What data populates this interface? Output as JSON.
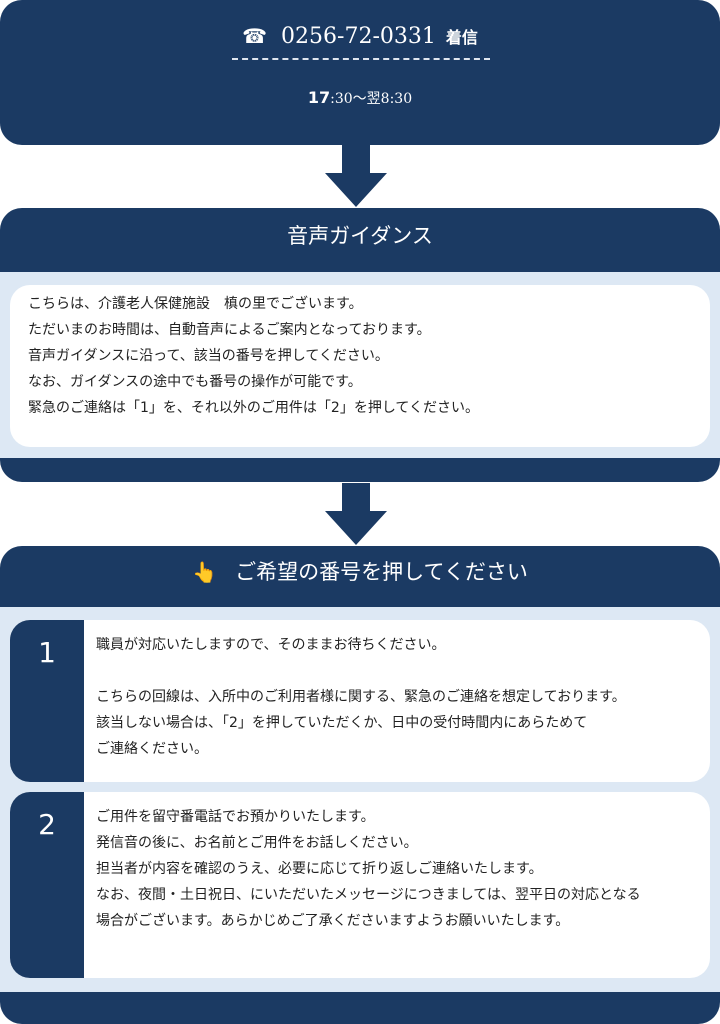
{
  "header": {
    "phone_icon": "telephone-icon",
    "phone_glyph": "☎",
    "phone_number": "0256-72-0331",
    "incoming_label": "着信",
    "hours_start_bold": "17",
    "hours_rest": ":30～翌8:30"
  },
  "guidance": {
    "title": "音声ガイダンス",
    "lines": [
      "こちらは、介護老人保健施設　槙の里でございます。",
      "ただいまのお時間は、自動音声によるご案内となっております。",
      "音声ガイダンスに沿って、該当の番号を押してください。",
      "なお、ガイダンスの途中でも番号の操作が可能です。",
      "緊急のご連絡は「1」を、それ以外のご用件は「2」を押してください。"
    ]
  },
  "options": {
    "title": "ご希望の番号を押してください",
    "icon": "pointing-hand-icon",
    "icon_glyph": "👆",
    "items": [
      {
        "number": "1",
        "lines": [
          "職員が対応いたしますので、そのままお待ちください。",
          "",
          "こちらの回線は、入所中のご利用者様に関する、緊急のご連絡を想定しております。",
          "該当しない場合は、「2」を押していただくか、日中の受付時間内にあらためて",
          "ご連絡ください。"
        ]
      },
      {
        "number": "2",
        "lines": [
          "ご用件を留守番電話でお預かりいたします。",
          "発信音の後に、お名前とご用件をお話しください。",
          "担当者が内容を確認のうえ、必要に応じて折り返しご連絡いたします。",
          "なお、夜間・土日祝日、にいただいたメッセージにつきましては、翌平日の対応となる",
          "場合がございます。あらかじめご了承くださいますようお願いいたします。"
        ]
      }
    ]
  },
  "colors": {
    "navy": "#1b3a63",
    "band": "#dde8f4"
  }
}
